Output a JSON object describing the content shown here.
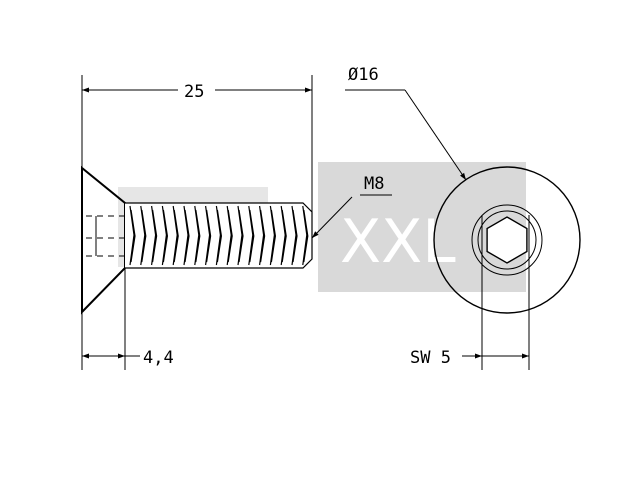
{
  "drawing": {
    "dimensions": {
      "length": "25",
      "head_diameter": "Ø16",
      "thread": "M8",
      "head_height": "4,4",
      "socket": "SW 5"
    },
    "watermark": "XXL",
    "colors": {
      "line": "#000000",
      "watermark_bg": "#d9d9d9",
      "watermark_text": "#ffffff"
    }
  }
}
